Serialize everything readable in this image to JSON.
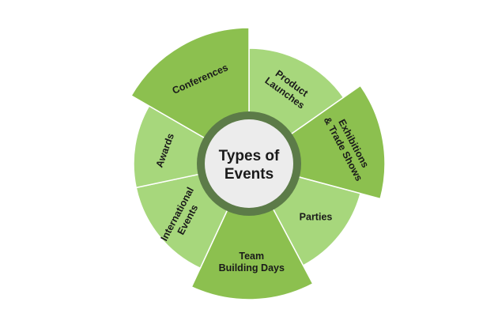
{
  "diagram": {
    "center": {
      "lines": [
        "Types of",
        "Events"
      ]
    },
    "colors": {
      "dark_green": "#8cc04f",
      "light_green": "#a7d77c",
      "ring": "#5c7b48",
      "center_fill": "#ececec"
    },
    "segments": [
      {
        "lines": [
          "Product",
          "Launches"
        ],
        "shade": "light",
        "extended": false
      },
      {
        "lines": [
          "Exhibitions",
          "& Trade Shows"
        ],
        "shade": "dark",
        "extended": true
      },
      {
        "lines": [
          "Parties"
        ],
        "shade": "light",
        "extended": false
      },
      {
        "lines": [
          "Team",
          "Building Days"
        ],
        "shade": "dark",
        "extended": true
      },
      {
        "lines": [
          "International",
          "Events"
        ],
        "shade": "light",
        "extended": false
      },
      {
        "lines": [
          "Awards"
        ],
        "shade": "light",
        "extended": false
      },
      {
        "lines": [
          "Conferences"
        ],
        "shade": "dark",
        "extended": true
      }
    ]
  }
}
